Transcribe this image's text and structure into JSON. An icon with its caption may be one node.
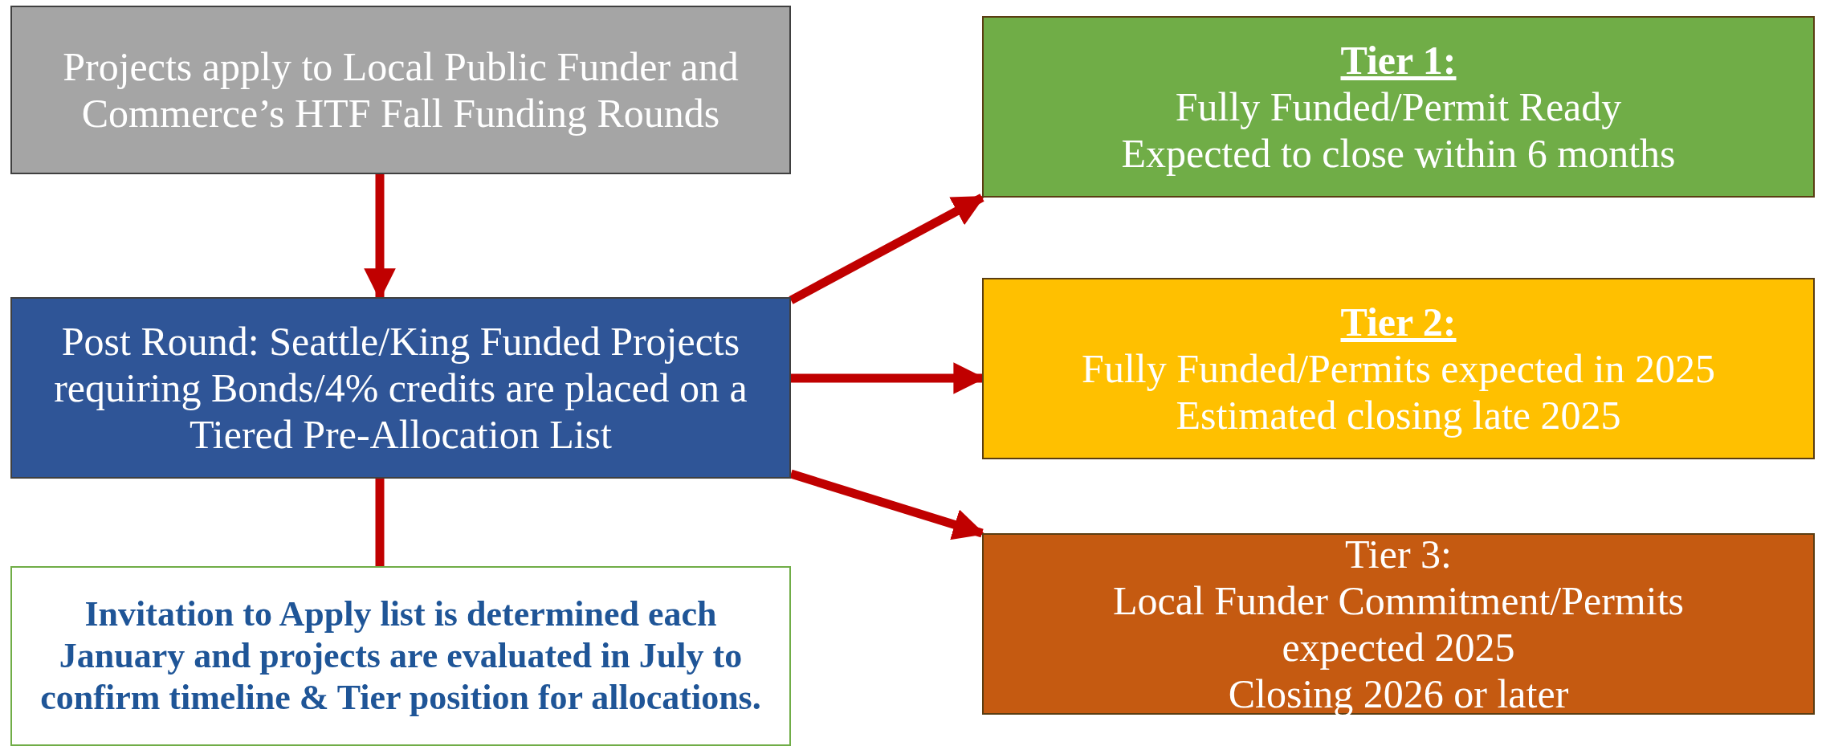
{
  "diagram": {
    "nodes": [
      {
        "text": [
          "Projects apply to Local Public Funder and Commerce’s HTF Fall Funding Rounds"
        ]
      },
      {
        "text": [
          "Post Round: Seattle/King Funded Projects requiring Bonds/4% credits are placed on a Tiered Pre-Allocation List"
        ]
      },
      {
        "text": [
          "Invitation to Apply list is determined each January and projects are evaluated in July to confirm timeline & Tier position for allocations."
        ]
      },
      {
        "text": [
          "Tier 1:",
          "Fully Funded/Permit Ready",
          "Expected to close within 6 months"
        ]
      },
      {
        "text": [
          "Tier 2:",
          "Fully Funded/Permits expected in 2025",
          "Estimated closing late 2025"
        ]
      },
      {
        "text": [
          "Tier 3:",
          "Local Funder Commitment/Permits expected 2025",
          "Closing 2026 or later"
        ]
      }
    ],
    "edges": [
      {
        "from": 0,
        "to": 1,
        "arrow": "to"
      },
      {
        "from": 1,
        "to": 3,
        "arrow": "to"
      },
      {
        "from": 1,
        "to": 4,
        "arrow": "to"
      },
      {
        "from": 1,
        "to": 5,
        "arrow": "to"
      },
      {
        "from": 1,
        "to": 2,
        "arrow": "none"
      }
    ]
  }
}
